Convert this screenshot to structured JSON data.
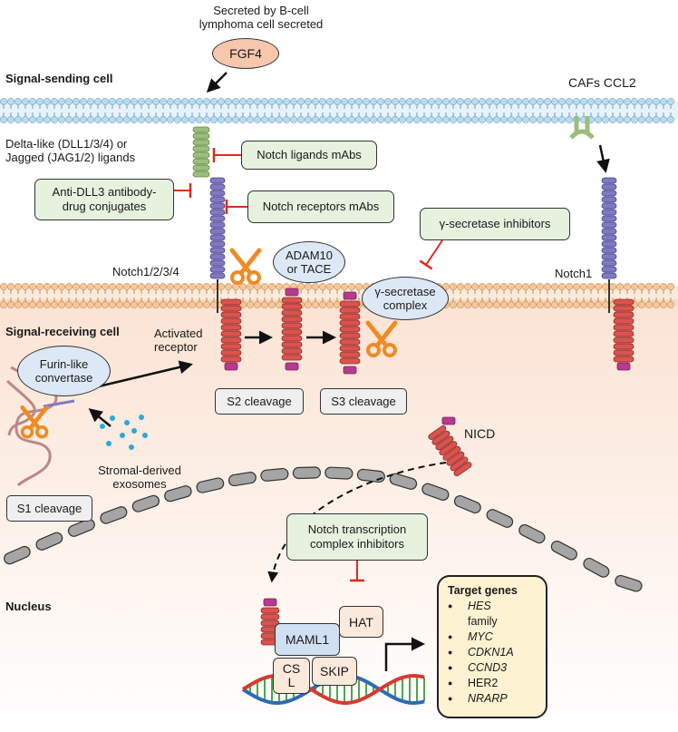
{
  "colors": {
    "membrane_top": "#b9dbf0",
    "membrane_bottom": "#f6c79b",
    "receptor_blue": "#8079c1",
    "receptor_red": "#d9534f",
    "ligand_green": "#9bbf7a",
    "box_green": "#e6f1de",
    "ellipse_blue": "#dce8f5",
    "fgf4_fill": "#f6c6ad",
    "scissors": "#f08a24",
    "exosome": "#29a9d8",
    "inhibitor_red": "#d62d20",
    "target_fill": "#fdf3d3"
  },
  "header": {
    "secreted_line1": "Secreted by B-cell",
    "secreted_line2": "lymphoma cell secreted",
    "fgf4": "FGF4",
    "sending_cell": "Signal-sending cell",
    "cafs": "CAFs CCL2"
  },
  "ligands": {
    "line1": "Delta-like (DLL1/3/4) or",
    "line2": "Jagged (JAG1/2) ligands"
  },
  "boxes": {
    "notch_ligands_mabs": "Notch ligands mAbs",
    "adc_line1": "Anti-DLL3 antibody-",
    "adc_line2": "drug conjugates",
    "notch_receptors_mabs": "Notch receptors mAbs",
    "gamma_inhibitors": "γ-secretase inhibitors",
    "ntc_line1": "Notch transcription",
    "ntc_line2": "complex inhibitors"
  },
  "receptors": {
    "notch1234": "Notch1/2/3/4",
    "notch1": "Notch1"
  },
  "enzymes": {
    "adam_line1": "ADAM10",
    "adam_line2": "or TACE",
    "gamma_line1": "γ-secretase",
    "gamma_line2": "complex",
    "furin_line1": "Furin-like",
    "furin_line2": "convertase"
  },
  "receiving": {
    "signal_receiving": "Signal-receiving cell",
    "activated_line1": "Activated",
    "activated_line2": "receptor",
    "s2": "S2 cleavage",
    "s3": "S3 cleavage",
    "nicd": "NICD",
    "stromal_line1": "Stromal-derived",
    "stromal_line2": "exosomes",
    "s1": "S1 cleavage"
  },
  "nucleus": {
    "label": "Nucleus",
    "maml1": "MAML1",
    "hat": "HAT",
    "csl_line1": "CS",
    "csl_line2": "L",
    "skip": "SKIP"
  },
  "target_genes": {
    "title": "Target genes",
    "items": [
      "HES",
      "family",
      "MYC",
      "CDKN1A",
      "CCND3",
      "HER2",
      "NRARP"
    ]
  }
}
